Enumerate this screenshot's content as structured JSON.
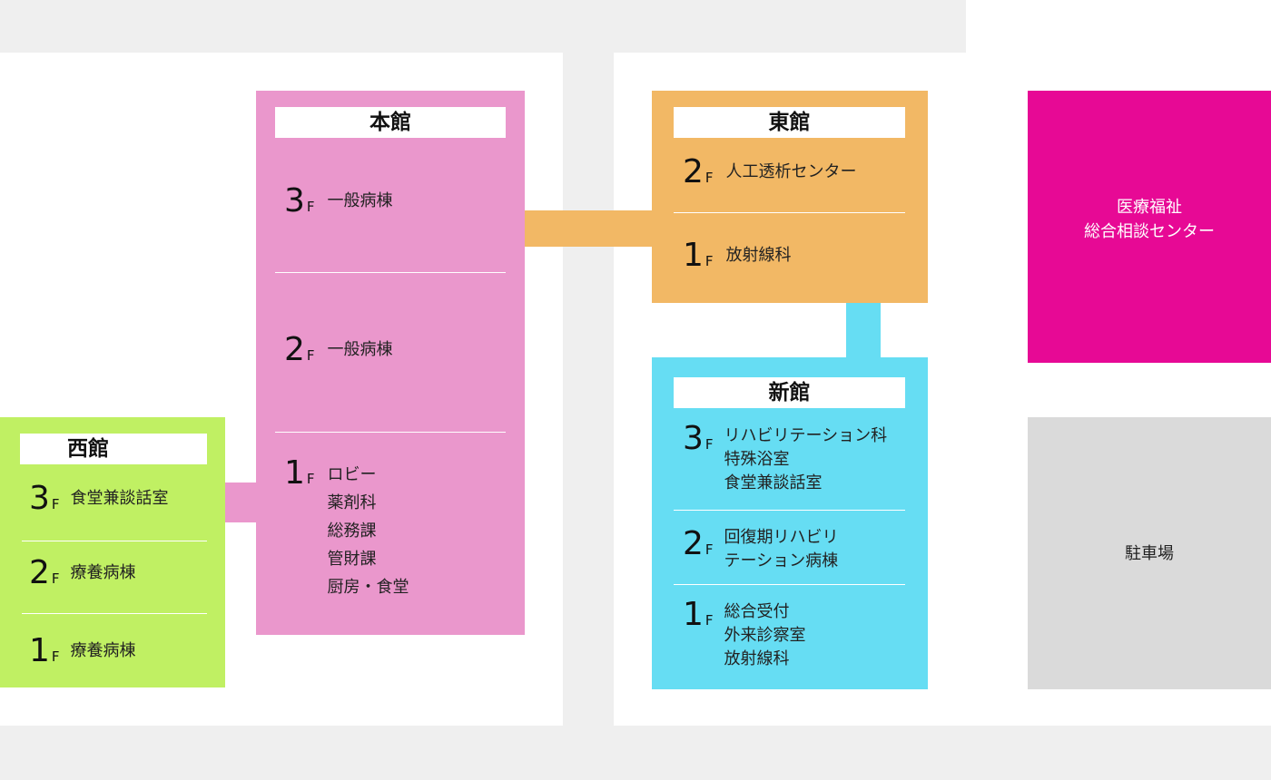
{
  "colors": {
    "road": "#efefef",
    "honkan": "#ea97cc",
    "higashikan": "#f2b865",
    "shinkan": "#66ddf3",
    "nishikan": "#c0f063",
    "welfare": "#e70995",
    "parking": "#dadada"
  },
  "honkan": {
    "title": "本館",
    "floors": [
      {
        "num": "3",
        "unit": "F",
        "label": "一般病棟"
      },
      {
        "num": "2",
        "unit": "F",
        "label": "一般病棟"
      },
      {
        "num": "1",
        "unit": "F",
        "label": "ロビー\n薬剤科\n総務課\n管財課\n厨房・食堂"
      }
    ]
  },
  "higashikan": {
    "title": "東館",
    "floors": [
      {
        "num": "2",
        "unit": "F",
        "label": "人工透析センター"
      },
      {
        "num": "1",
        "unit": "F",
        "label": "放射線科"
      }
    ]
  },
  "shinkan": {
    "title": "新館",
    "floors": [
      {
        "num": "3",
        "unit": "F",
        "label": "リハビリテーション科\n特殊浴室\n食堂兼談話室"
      },
      {
        "num": "2",
        "unit": "F",
        "label": "回復期リハビリ\nテーション病棟"
      },
      {
        "num": "1",
        "unit": "F",
        "label": "総合受付\n外来診察室\n放射線科"
      }
    ]
  },
  "nishikan": {
    "title": "西館",
    "floors": [
      {
        "num": "3",
        "unit": "F",
        "label": "食堂兼談話室"
      },
      {
        "num": "2",
        "unit": "F",
        "label": "療養病棟"
      },
      {
        "num": "1",
        "unit": "F",
        "label": "療養病棟"
      }
    ]
  },
  "welfare": {
    "label": "医療福祉\n総合相談センター"
  },
  "parking": {
    "label": "駐車場"
  }
}
